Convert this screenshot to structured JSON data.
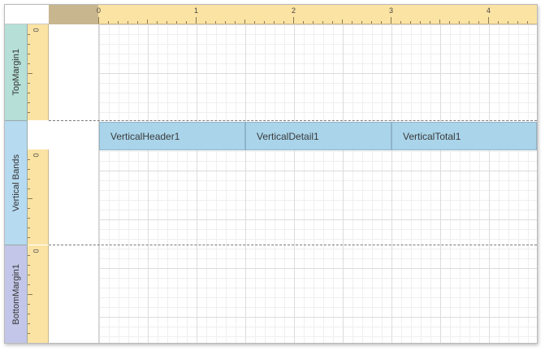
{
  "ruler": {
    "labels": [
      "0",
      "1",
      "2",
      "3",
      "4"
    ]
  },
  "bands": {
    "top_margin": "TopMargin1",
    "vertical_bands": "Vertical Bands",
    "bottom_margin": "BottomMargin1"
  },
  "vertical_band_cells": [
    "VerticalHeader1",
    "VerticalDetail1",
    "VerticalTotal1"
  ],
  "vertical_ruler_zero": "0"
}
